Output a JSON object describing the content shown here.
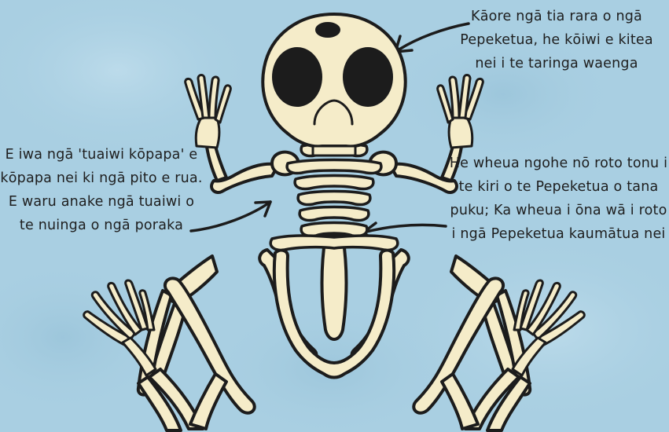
{
  "annotations": {
    "middle_ear": "Kāore ngā tia rara o ngā Pepeketua, he kōiwi e kitea nei i te taringa waenga",
    "vertebrae": "E iwa ngā 'tuaiwi kōpapa' e kōpapa nei ki ngā pito e rua. E waru anake ngā tuaiwi o te nuinga o ngā poraka",
    "soft_bones": "He wheua ngohe nō roto tonu i te kiri o te Pepeketua o tana puku; Ka wheua i ōna wā i roto i ngā Pepeketua kaumātua nei"
  },
  "colors": {
    "background": "#a9cfe2",
    "bone": "#f5ecc9",
    "outline": "#1c1c1c",
    "text": "#1e1e1e"
  }
}
